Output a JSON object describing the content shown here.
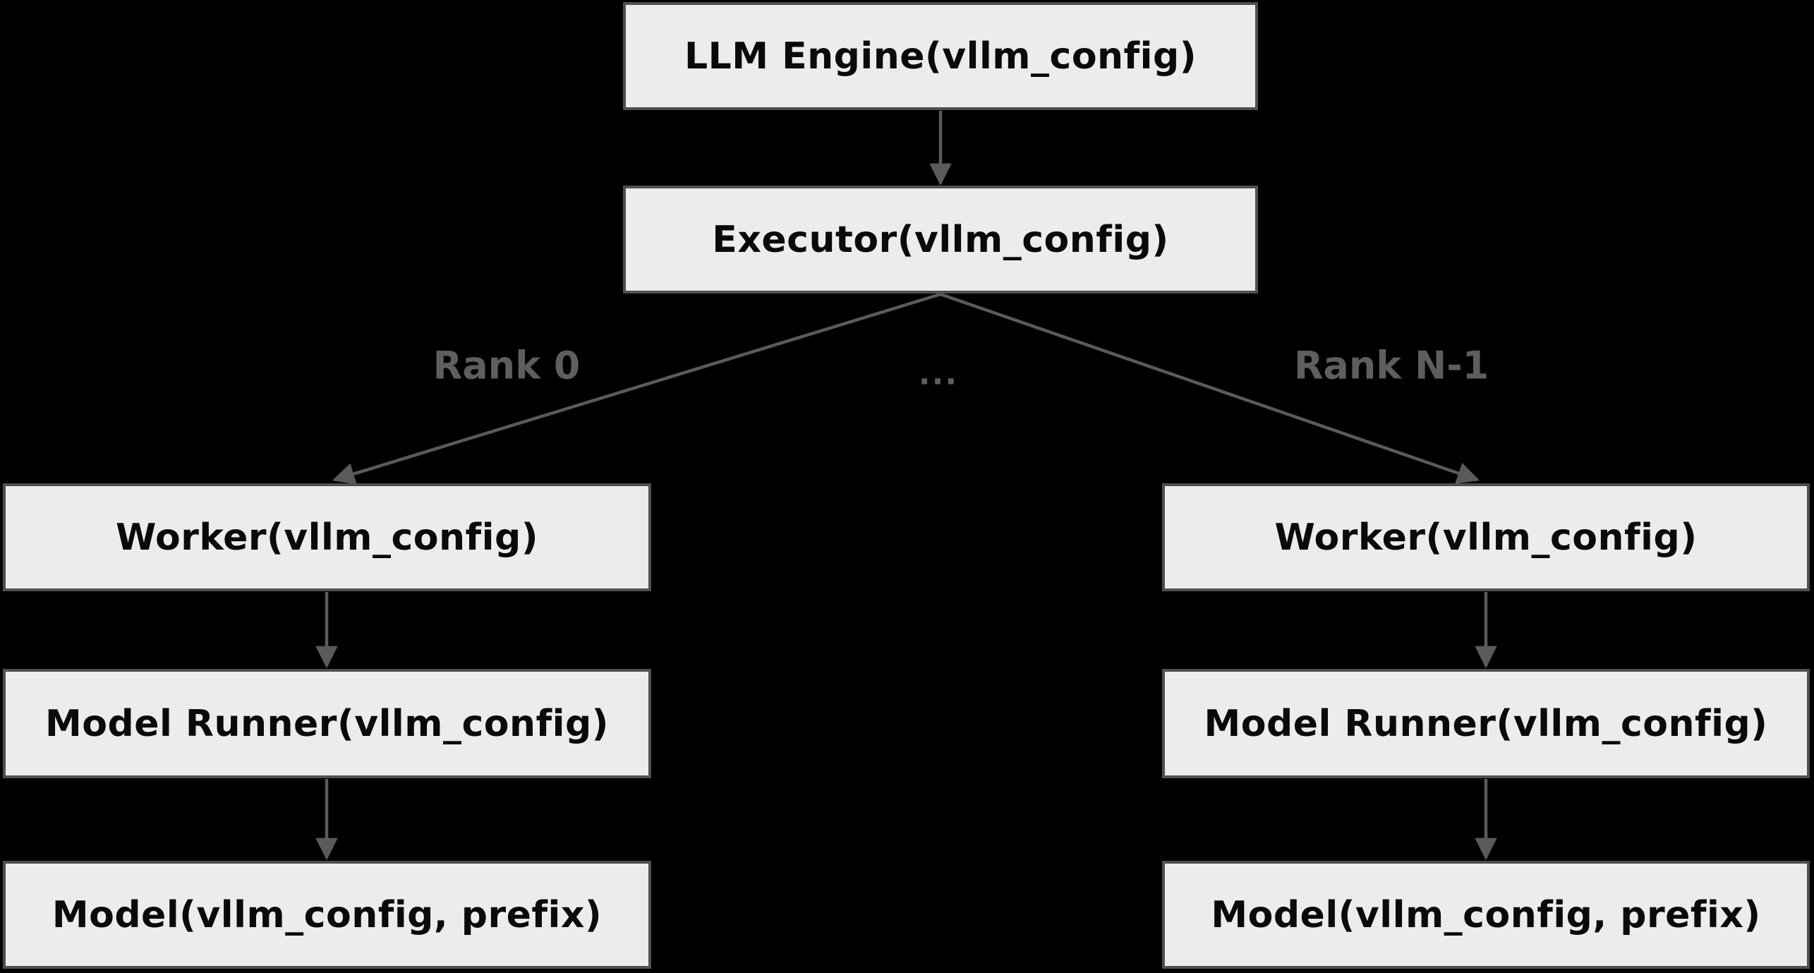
{
  "colors": {
    "background": "#000000",
    "node_fill": "#ececec",
    "node_border": "#4f4f4f",
    "node_text": "#0a0a0a",
    "line": "#5a5a5a",
    "edge_label": "#5e5e5e"
  },
  "diagram": {
    "title": "vLLM engine/executor/worker hierarchy",
    "nodes": [
      {
        "id": "llm-engine",
        "label": "LLM Engine(vllm_config)"
      },
      {
        "id": "executor",
        "label": "Executor(vllm_config)"
      },
      {
        "id": "worker-rank0",
        "label": "Worker(vllm_config)"
      },
      {
        "id": "model-runner-rank0",
        "label": "Model Runner(vllm_config)"
      },
      {
        "id": "model-rank0",
        "label": "Model(vllm_config, prefix)"
      },
      {
        "id": "worker-rankn",
        "label": "Worker(vllm_config)"
      },
      {
        "id": "model-runner-rankn",
        "label": "Model Runner(vllm_config)"
      },
      {
        "id": "model-rankn",
        "label": "Model(vllm_config, prefix)"
      }
    ],
    "edge_labels": [
      {
        "id": "rank-0",
        "text": "Rank 0"
      },
      {
        "id": "ellipsis",
        "text": "..."
      },
      {
        "id": "rank-n-1",
        "text": "Rank N-1"
      }
    ]
  }
}
